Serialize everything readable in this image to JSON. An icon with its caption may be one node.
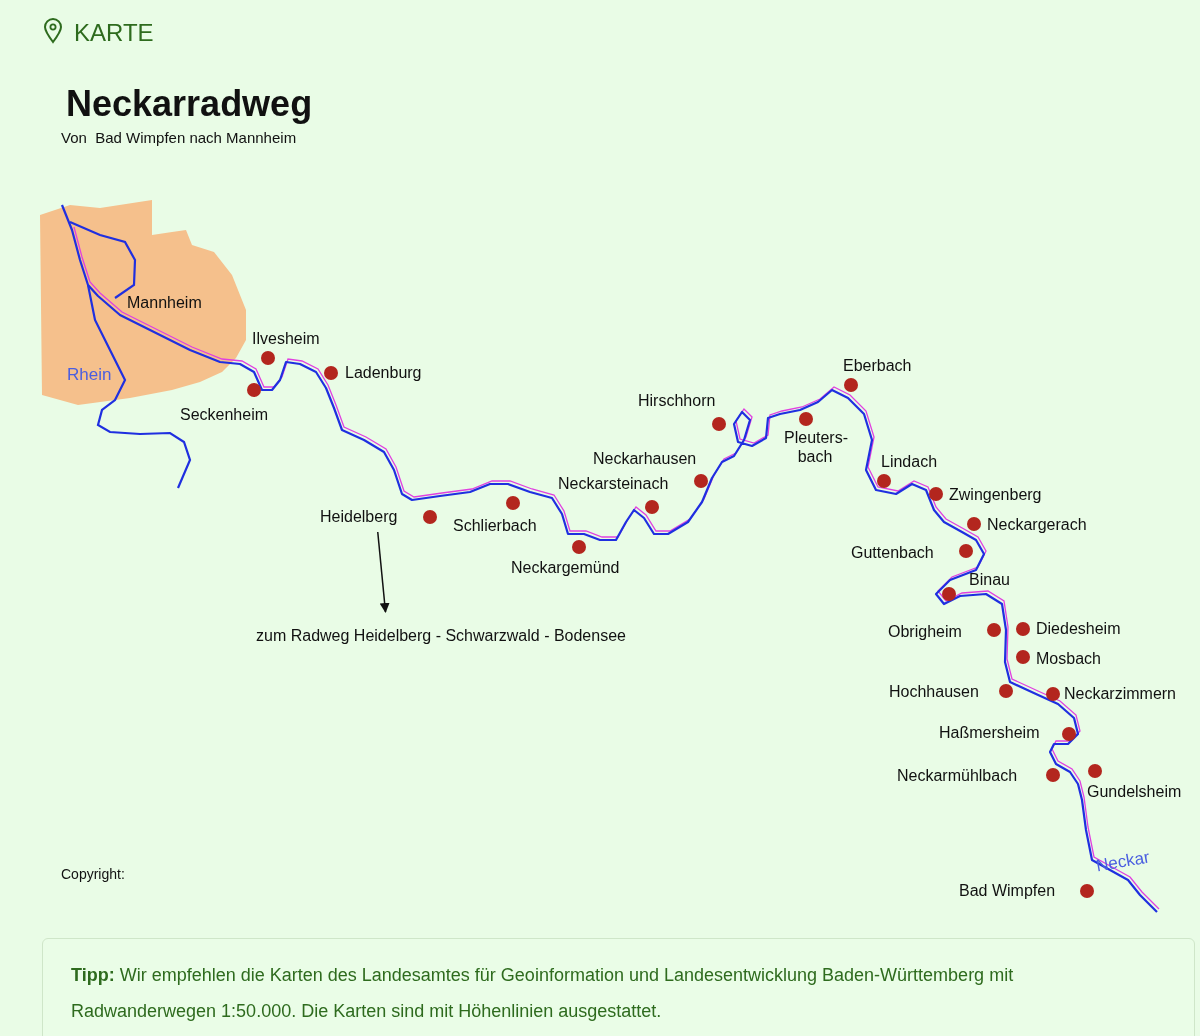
{
  "diagram": {
    "title": "Neckarradweg",
    "nodes": [
      {
        "text": [
          "Heidelberg"
        ]
      },
      {
        "text": [
          "zum Radweg Heidelberg - Schwarzwald - Bodensee"
        ]
      }
    ],
    "edges": [
      {
        "from": 0,
        "to": 1,
        "arrow": "to"
      }
    ],
    "labels": [
      "KARTE",
      "Von  Bad Wimpfen nach Mannheim",
      "Mannheim",
      "Ilvesheim",
      "Rhein",
      "Ladenburg",
      "Seckenheim",
      "Eberbach",
      "Hirschhorn",
      "Pleuters- bach",
      "Neckarhausen",
      "Lindach",
      "Neckarsteinach",
      "Zwingenberg",
      "Schlierbach",
      "Neckargerach",
      "Guttenbach",
      "Neckargemünd",
      "Binau",
      "Obrigheim",
      "Diedesheim",
      "Mosbach",
      "Hochhausen",
      "Neckarzimmern",
      "Haßmersheim",
      "Neckarmühlbach",
      "Gundelsheim",
      "Copyright:",
      "Neckar",
      "Bad Wimpfen",
      "**Tipp:** Wir empfehlen die Karten des Landesamtes für Geoinformation und Landesentwicklung Baden-Württemberg mit Radwanderwegen 1:50.000. Die Karten sind mit Höhenlinien ausgestattet."
    ]
  }
}
